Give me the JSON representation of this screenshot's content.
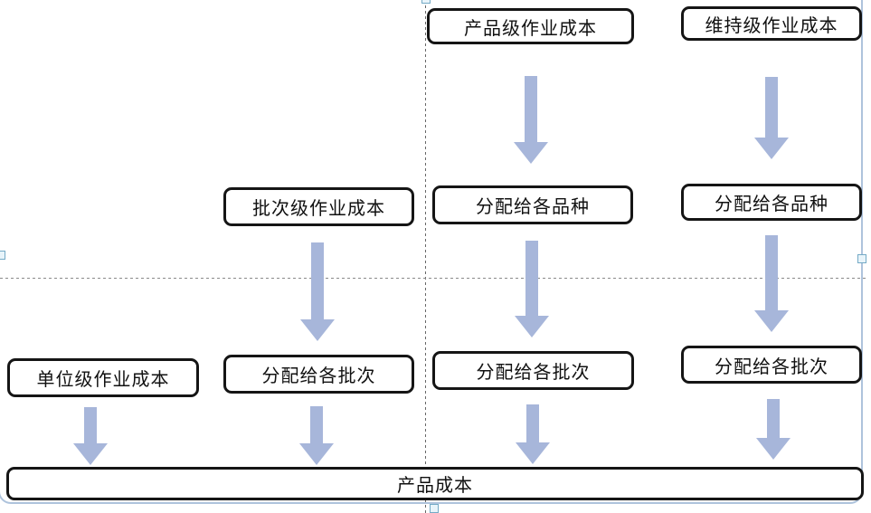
{
  "diagram": {
    "boxes": [
      {
        "id": "product-level",
        "label": "产品级作业成本"
      },
      {
        "id": "sustain-level",
        "label": "维持级作业成本"
      },
      {
        "id": "batch-level",
        "label": "批次级作业成本"
      },
      {
        "id": "alloc-var-1",
        "label": "分配给各品种"
      },
      {
        "id": "alloc-var-2",
        "label": "分配给各品种"
      },
      {
        "id": "unit-level",
        "label": "单位级作业成本"
      },
      {
        "id": "alloc-batch-1",
        "label": "分配给各批次"
      },
      {
        "id": "alloc-batch-2",
        "label": "分配给各批次"
      },
      {
        "id": "alloc-batch-3",
        "label": "分配给各批次"
      },
      {
        "id": "product-cost",
        "label": "产品成本"
      }
    ],
    "colors": {
      "arrow_fill": "#a7b6da",
      "box_border": "#151515",
      "guide_line": "#6e6e6e",
      "canvas_border": "#aec3dc",
      "handle_border": "#74aac6",
      "handle_fill": "#e8f4fa"
    }
  }
}
